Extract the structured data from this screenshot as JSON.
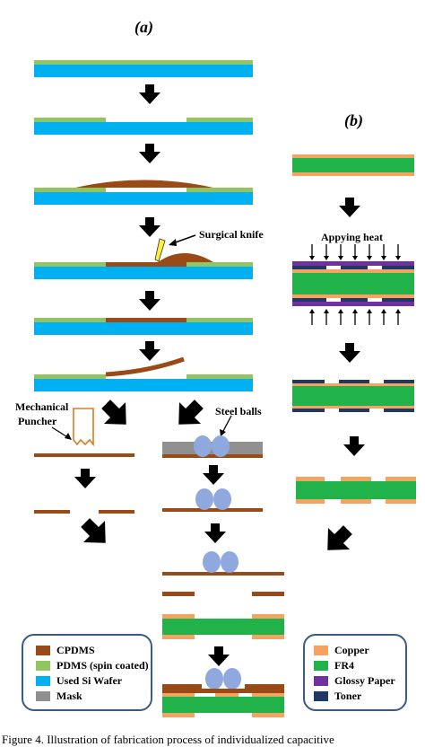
{
  "panels": {
    "a": "(a)",
    "b": "(b)"
  },
  "labels": {
    "surgical_knife": "Surgical knife",
    "mechanical": "Mechanical",
    "puncher": "Puncher",
    "steel_balls": "Steel balls",
    "applying_heat": "Appying heat"
  },
  "colors": {
    "cpdms": "#9a4a17",
    "pdms": "#92c462",
    "wafer": "#00b0f0",
    "mask": "#909090",
    "copper": "#f4a460",
    "fr4": "#21b24a",
    "glossy": "#7030a0",
    "toner": "#1f3864",
    "ball": "#8fa8dd",
    "legend_border": "#3b5a86"
  },
  "legend_a": [
    {
      "label": "CPDMS",
      "color": "#9a4a17"
    },
    {
      "label": "PDMS (spin coated)",
      "color": "#92c462"
    },
    {
      "label": "Used Si Wafer",
      "color": "#00b0f0"
    },
    {
      "label": "Mask",
      "color": "#909090"
    }
  ],
  "legend_b": [
    {
      "label": "Copper",
      "color": "#f4a460"
    },
    {
      "label": "FR4",
      "color": "#21b24a"
    },
    {
      "label": "Glossy Paper",
      "color": "#7030a0"
    },
    {
      "label": "Toner",
      "color": "#1f3864"
    }
  ],
  "caption": "Figure 4. Illustration of fabrication process of individualized capacitive"
}
